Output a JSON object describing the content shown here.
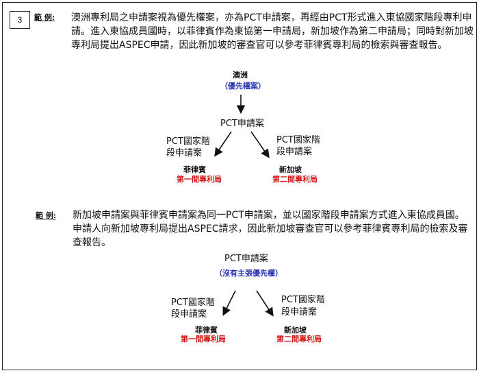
{
  "example_number": "3",
  "example1": {
    "label": "範 例:",
    "text": "澳洲專利局之申請案視為優先權案，亦為PCT申請案，再經由PCT形式進入東協國家階段專利申請。進入東協成員國時，以菲律賓作為東協第一申請局，新加坡作為第二申請局；同時對新加坡專利局提出ASPEC申請，因此新加坡的審查官可以參考菲律賓專利局的檢索與審查報告。",
    "diagram": {
      "origin": "澳洲",
      "origin_note": "（優先權案）",
      "pct": "PCT申請案",
      "left_label_1": "PCT國家階",
      "left_label_2": "段申請案",
      "right_label_1": "PCT國家階",
      "right_label_2": "段申請案",
      "left_country": "菲律賓",
      "left_office": "第一間專利局",
      "right_country": "新加坡",
      "right_office": "第二間專利局"
    }
  },
  "example2": {
    "label": "範 例:",
    "text": "新加坡申請案與菲律賓申請案為同一PCT申請案，並以國家階段申請案方式進入東協成員國。申請人向新加坡專利局提出ASPEC請求，因此新加坡審查官可以參考菲律賓專利局的檢索及審查報告。",
    "diagram": {
      "pct": "PCT申請案",
      "pct_note": "（沒有主張優先權）",
      "left_label_1": "PCT國家階",
      "left_label_2": "段申請案",
      "right_label_1": "PCT國家階",
      "right_label_2": "段申請案",
      "left_country": "菲律賓",
      "left_office": "第一間專利局",
      "right_country": "新加坡",
      "right_office": "第二間專利局"
    }
  }
}
